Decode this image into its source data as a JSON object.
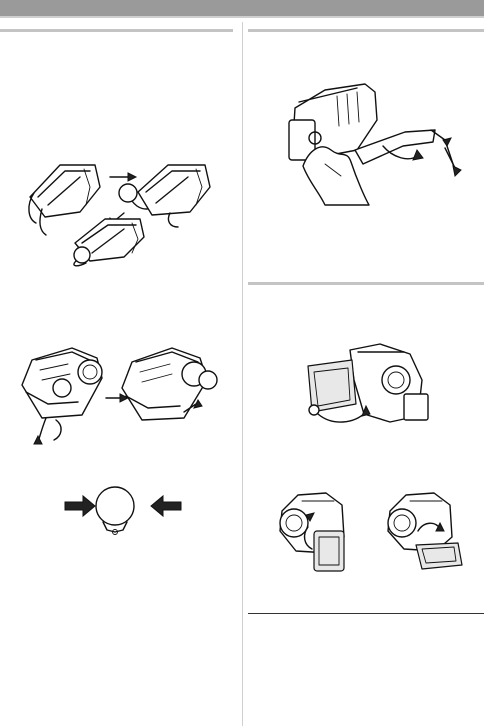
{
  "page": {
    "header_color": "#9a9a9a",
    "rule_color": "#c4c4c4"
  },
  "left_column": {
    "figures": [
      {
        "name": "lens-cap-attach-illustration"
      },
      {
        "name": "lens-cap-strap-illustration"
      },
      {
        "name": "lens-cap-squeeze-illustration"
      }
    ]
  },
  "right_column": {
    "figures": [
      {
        "name": "grip-belt-adjust-illustration"
      },
      {
        "name": "lcd-monitor-open-illustration"
      },
      {
        "name": "lcd-monitor-rotate-illustration"
      }
    ]
  }
}
